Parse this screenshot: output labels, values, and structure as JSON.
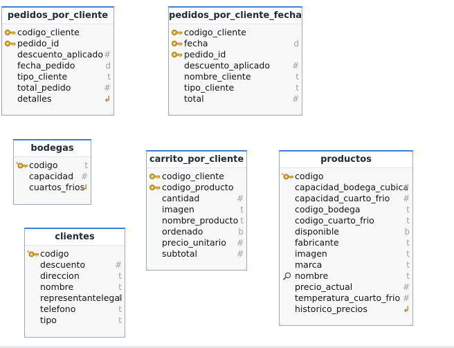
{
  "icons": {
    "key": "key-icon",
    "search": "search-icon",
    "link": "reference-arrow-icon"
  },
  "tables": [
    {
      "name": "pedidos_por_cliente",
      "columns": [
        {
          "name": "codigo_cliente",
          "type": "",
          "icon": "key"
        },
        {
          "name": "pedido_id",
          "type": "",
          "icon": "key"
        },
        {
          "name": "descuento_aplicado",
          "type": "#",
          "icon": ""
        },
        {
          "name": "fecha_pedido",
          "type": "d",
          "icon": ""
        },
        {
          "name": "tipo_cliente",
          "type": "t",
          "icon": ""
        },
        {
          "name": "total_pedido",
          "type": "#",
          "icon": ""
        },
        {
          "name": "detalles",
          "type": "↲",
          "icon": ""
        }
      ]
    },
    {
      "name": "pedidos_por_cliente_fecha",
      "columns": [
        {
          "name": "codigo_cliente",
          "type": "",
          "icon": "key"
        },
        {
          "name": "fecha",
          "type": "d",
          "icon": "key"
        },
        {
          "name": "pedido_id",
          "type": "",
          "icon": "key"
        },
        {
          "name": "descuento_aplicado",
          "type": "#",
          "icon": ""
        },
        {
          "name": "nombre_cliente",
          "type": "t",
          "icon": ""
        },
        {
          "name": "tipo_cliente",
          "type": "t",
          "icon": ""
        },
        {
          "name": "total",
          "type": "#",
          "icon": ""
        }
      ]
    },
    {
      "name": "bodegas",
      "columns": [
        {
          "name": "codigo",
          "type": "t",
          "icon": "key-star"
        },
        {
          "name": "capacidad",
          "type": "#",
          "icon": ""
        },
        {
          "name": "cuartos_frios",
          "type": "↲",
          "icon": ""
        }
      ]
    },
    {
      "name": "carrito_por_cliente",
      "columns": [
        {
          "name": "codigo_cliente",
          "type": "",
          "icon": "key"
        },
        {
          "name": "codigo_producto",
          "type": "",
          "icon": "key"
        },
        {
          "name": "cantidad",
          "type": "#",
          "icon": ""
        },
        {
          "name": "imagen",
          "type": "t",
          "icon": ""
        },
        {
          "name": "nombre_producto",
          "type": "t",
          "icon": ""
        },
        {
          "name": "ordenado",
          "type": "b",
          "icon": ""
        },
        {
          "name": "precio_unitario",
          "type": "#",
          "icon": ""
        },
        {
          "name": "subtotal",
          "type": "#",
          "icon": ""
        }
      ]
    },
    {
      "name": "productos",
      "columns": [
        {
          "name": "codigo",
          "type": "",
          "icon": "key-star"
        },
        {
          "name": "capacidad_bodega_cubica",
          "type": "#",
          "icon": ""
        },
        {
          "name": "capacidad_cuarto_frio",
          "type": "#",
          "icon": ""
        },
        {
          "name": "codigo_bodega",
          "type": "t",
          "icon": ""
        },
        {
          "name": "codigo_cuarto_frio",
          "type": "t",
          "icon": ""
        },
        {
          "name": "disponible",
          "type": "b",
          "icon": ""
        },
        {
          "name": "fabricante",
          "type": "t",
          "icon": ""
        },
        {
          "name": "imagen",
          "type": "t",
          "icon": ""
        },
        {
          "name": "marca",
          "type": "t",
          "icon": ""
        },
        {
          "name": "nombre",
          "type": "t",
          "icon": "search"
        },
        {
          "name": "precio_actual",
          "type": "#",
          "icon": ""
        },
        {
          "name": "temperatura_cuarto_frio",
          "type": "#",
          "icon": ""
        },
        {
          "name": "historico_precios",
          "type": "↲",
          "icon": ""
        }
      ]
    },
    {
      "name": "clientes",
      "columns": [
        {
          "name": "codigo",
          "type": "",
          "icon": "key-star"
        },
        {
          "name": "descuento",
          "type": "#",
          "icon": ""
        },
        {
          "name": "direccion",
          "type": "t",
          "icon": ""
        },
        {
          "name": "nombre",
          "type": "t",
          "icon": ""
        },
        {
          "name": "representantelegal",
          "type": "t",
          "icon": ""
        },
        {
          "name": "telefono",
          "type": "t",
          "icon": ""
        },
        {
          "name": "tipo",
          "type": "t",
          "icon": ""
        }
      ]
    }
  ]
}
